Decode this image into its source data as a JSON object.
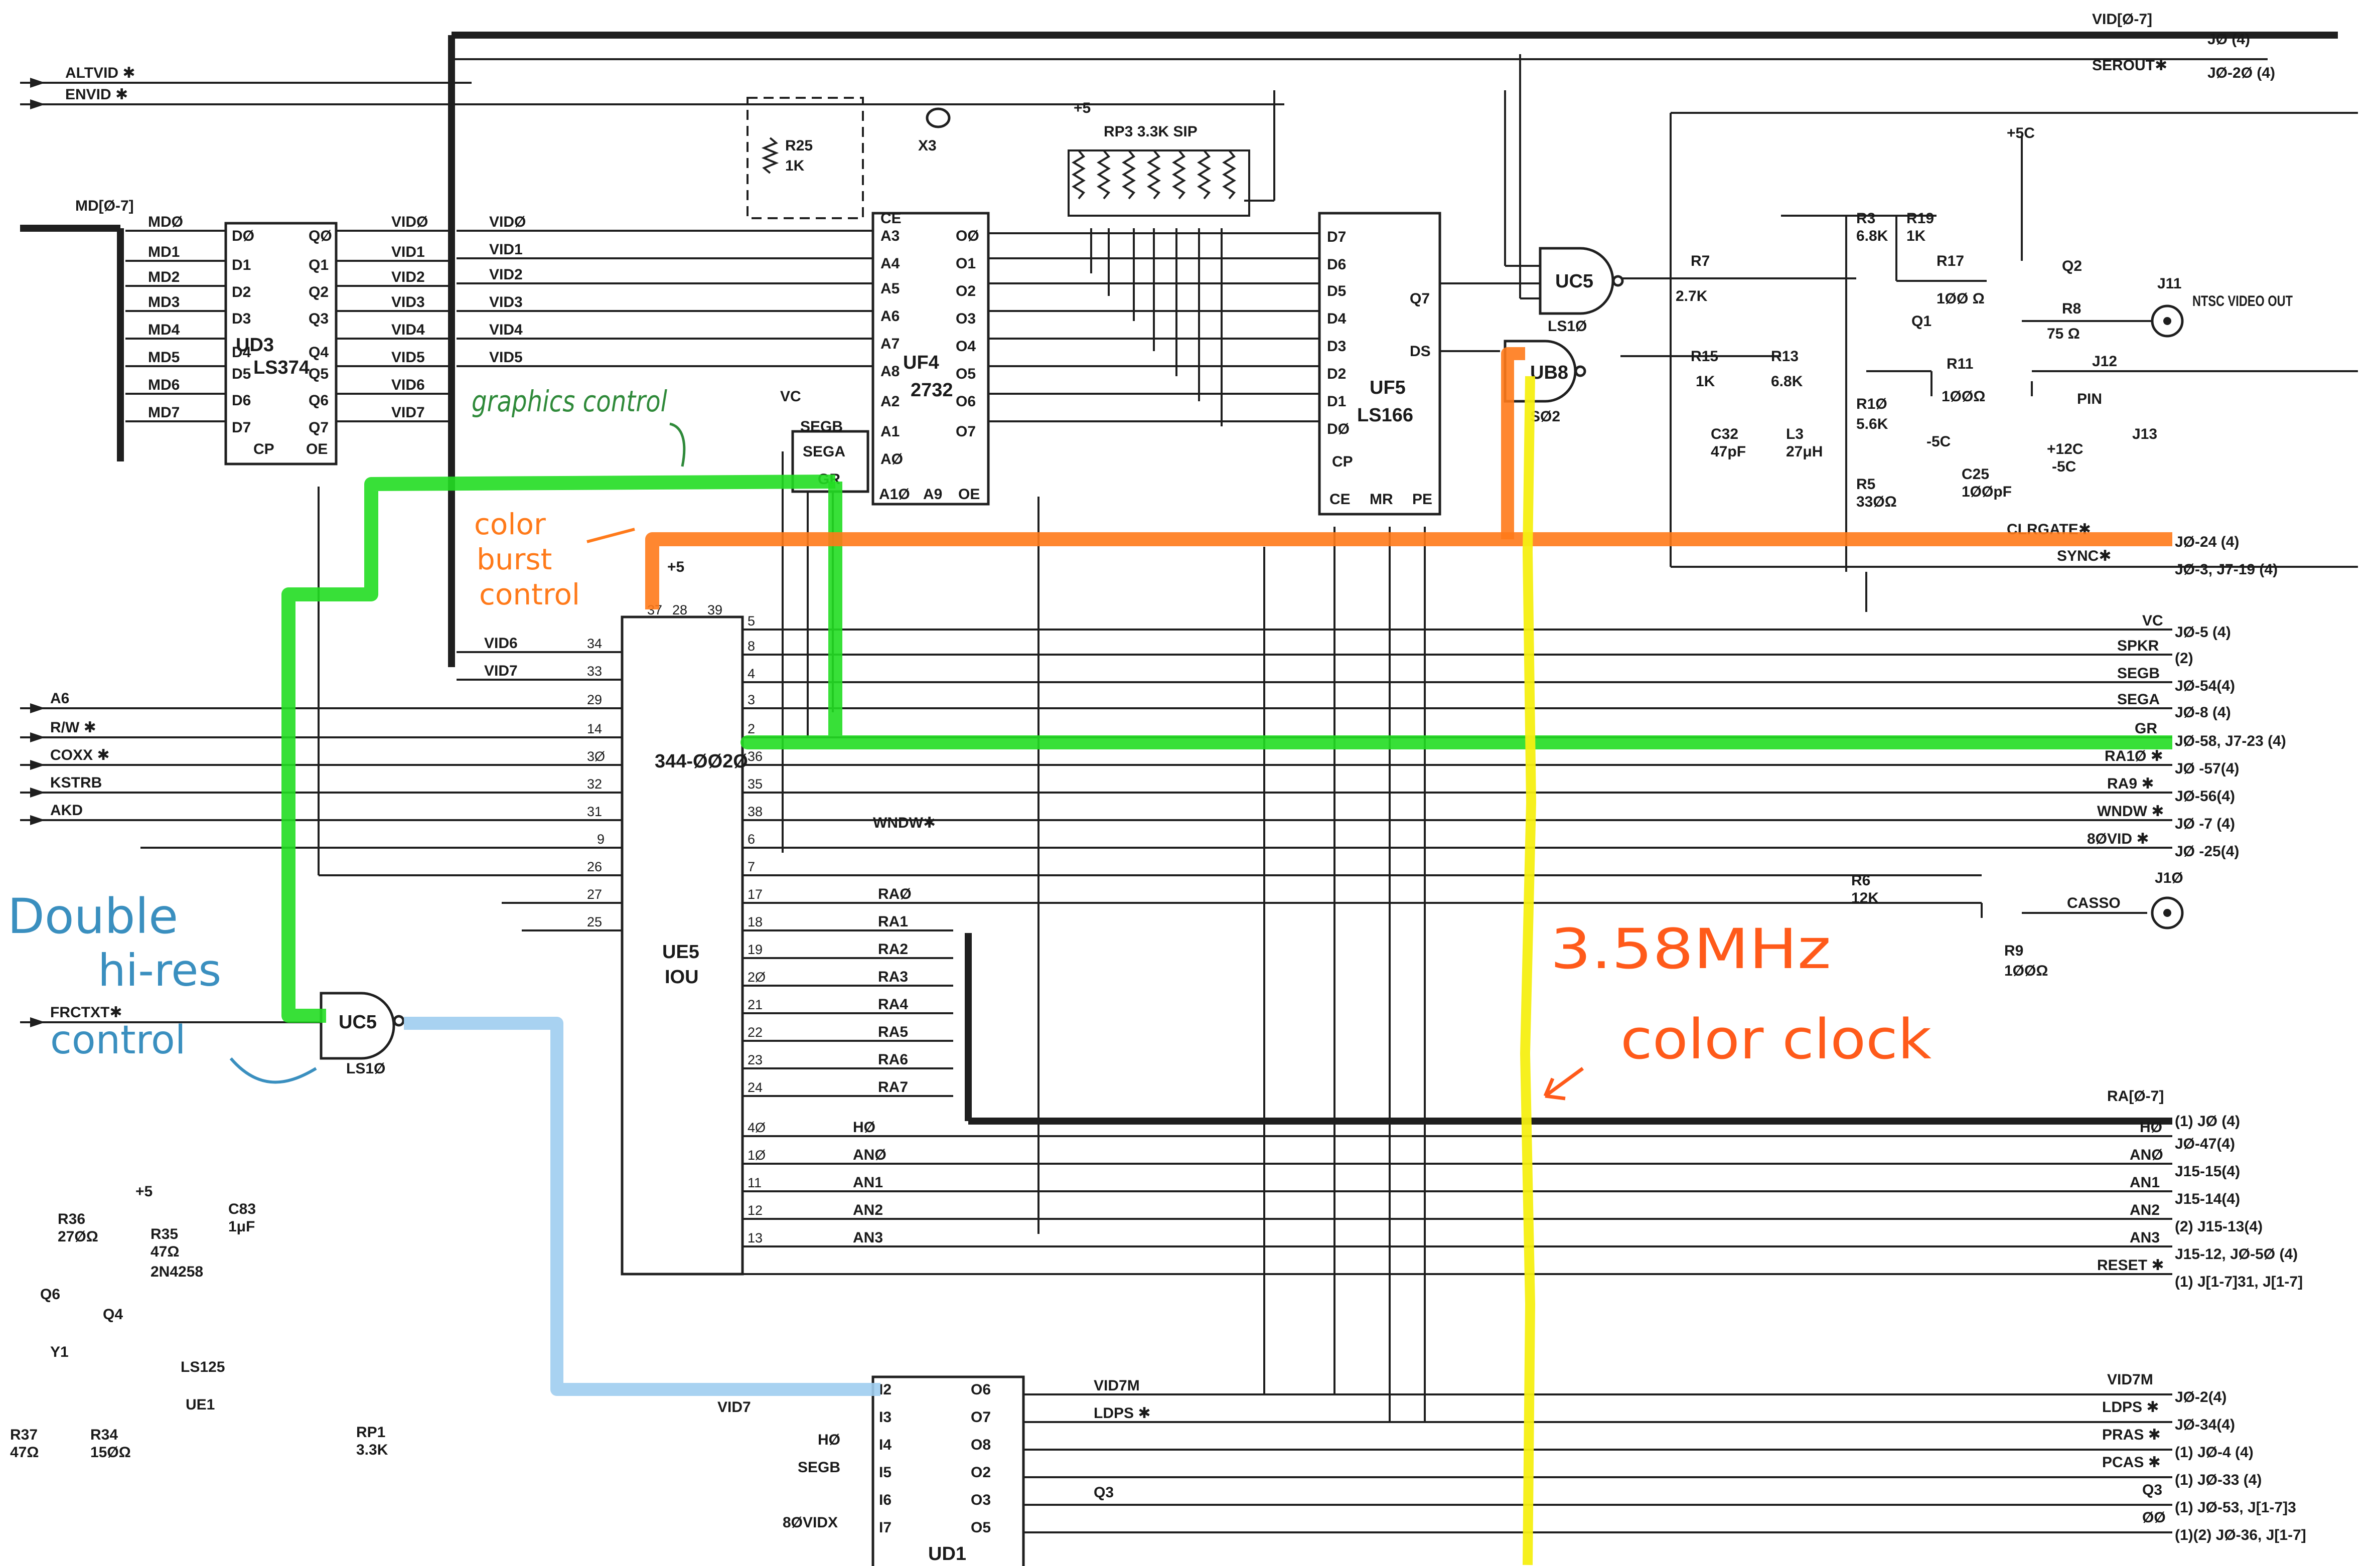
{
  "inputs_left": [
    "ALTVID ✱",
    "ENVID ✱",
    "MD[Ø-7]",
    "A6",
    "R/W ✱",
    "COXX ✱",
    "KSTRB",
    "AKD",
    "FRCTXT✱"
  ],
  "md_lines": [
    "MDØ",
    "MD1",
    "MD2",
    "MD3",
    "MD4",
    "MD5",
    "MD6",
    "MD7"
  ],
  "ud3": {
    "name": "UD3",
    "part": "LS374",
    "d": [
      "DØ",
      "D1",
      "D2",
      "D3",
      "D4",
      "D5",
      "D6",
      "D7"
    ],
    "q": [
      "QØ",
      "Q1",
      "Q2",
      "Q3",
      "Q4",
      "Q5",
      "Q6",
      "Q7"
    ],
    "cp": "CP",
    "oe": "OE"
  },
  "vid_lines": [
    "VIDØ",
    "VID1",
    "VID2",
    "VID3",
    "VID4",
    "VID5",
    "VID6",
    "VID7"
  ],
  "vid_input_lines": [
    "VIDØ",
    "VID1",
    "VID2",
    "VID3",
    "VID4",
    "VID5"
  ],
  "uf4": {
    "name": "UF4",
    "part": "2732",
    "a": [
      "CE",
      "A3",
      "A4",
      "A5",
      "A6",
      "A7",
      "A8",
      "A2",
      "A1",
      "AØ"
    ],
    "o": [
      "OØ",
      "O1",
      "O2",
      "O3",
      "O4",
      "O5",
      "O6",
      "O7"
    ],
    "bottom": [
      "A1Ø",
      "A9",
      "OE"
    ],
    "side_in": [
      "VC",
      "SEGB",
      "SEGA",
      "GR"
    ]
  },
  "uf5": {
    "name": "UF5",
    "part": "LS166",
    "d": [
      "D7",
      "D6",
      "D5",
      "D4",
      "D3",
      "D2",
      "D1",
      "DØ"
    ],
    "cp": "CP",
    "q7": "Q7",
    "ds": "DS",
    "bottom": [
      "CE",
      "MR",
      "PE"
    ]
  },
  "ue5": {
    "name": "UE5",
    "part": "IOU",
    "num": "344-ØØ2Ø",
    "left_in": [
      "VID6",
      "VID7"
    ],
    "pin_left": [
      "34",
      "33",
      "29",
      "14",
      "3Ø",
      "32",
      "31",
      "9",
      "26",
      "27",
      "25"
    ],
    "pin_right": [
      "5",
      "8",
      "4",
      "3",
      "2",
      "36",
      "35",
      "38",
      "6",
      "7",
      "17",
      "18",
      "19",
      "2Ø",
      "21",
      "22",
      "23",
      "24",
      "4Ø",
      "1Ø",
      "11",
      "12",
      "13"
    ],
    "right_sig": [
      "RAØ",
      "RA1",
      "RA2",
      "RA3",
      "RA4",
      "RA5",
      "RA6",
      "RA7",
      "HØ",
      "ANØ",
      "AN1",
      "AN2",
      "AN3"
    ],
    "top_pins": [
      "37",
      "28",
      "39"
    ]
  },
  "uc5_top": {
    "name": "UC5",
    "part": "LS1Ø"
  },
  "uc5_bot": {
    "name": "UC5",
    "part": "LS1Ø"
  },
  "ub8": {
    "name": "UB8",
    "part": "SØ2"
  },
  "rp3": "RP3  3.3K  SIP",
  "r25": {
    "name": "R25",
    "value": "1K"
  },
  "x3": "X3",
  "components": [
    "R3",
    "6.8K",
    "R19",
    "1K",
    "R17",
    "1ØØ Ω",
    "Q2",
    "R8",
    "75 Ω",
    "R7",
    "2.7K",
    "Q1",
    "R15",
    "1K",
    "R13",
    "6.8K",
    "C32",
    "47pF",
    "L3",
    "27μH",
    "R1Ø",
    "5.6K",
    "R11",
    "1ØØΩ",
    "R5",
    "33ØΩ",
    "C25",
    "1ØØpF",
    "J12",
    "PIN",
    "J13",
    "+12C",
    "-5C",
    "R6",
    "12K",
    "R9",
    "1ØØΩ",
    "R36",
    "27ØΩ",
    "R35",
    "47Ω",
    "C83",
    "1μF",
    "Q4",
    "2N4258",
    "Q6",
    "Y1",
    "R37",
    "47Ω",
    "R34",
    "15ØΩ",
    "LS125",
    "RP1",
    "3.3K",
    "UE1"
  ],
  "supplies": [
    "+5",
    "+5C",
    "-5C",
    "+5",
    "+5"
  ],
  "connectors": [
    {
      "signal": "VID[Ø-7]",
      "dest": "JØ (4)"
    },
    {
      "signal": "SEROUT✱",
      "dest": "JØ-2Ø (4)"
    },
    {
      "signal": "CLRGATE✱",
      "dest": "JØ-24 (4)"
    },
    {
      "signal": "SYNC✱",
      "dest": "JØ-3, J7-19 (4)"
    },
    {
      "signal": "VC",
      "dest": "JØ-5 (4)"
    },
    {
      "signal": "SPKR",
      "dest": "(2)"
    },
    {
      "signal": "SEGB",
      "dest": "JØ-54(4)"
    },
    {
      "signal": "SEGA",
      "dest": "JØ-8 (4)"
    },
    {
      "signal": "GR",
      "dest": "JØ-58, J7-23 (4)"
    },
    {
      "signal": "RA1Ø ✱",
      "dest": "JØ -57(4)"
    },
    {
      "signal": "RA9 ✱",
      "dest": "JØ-56(4)"
    },
    {
      "signal": "WNDW ✱",
      "dest": "JØ -7 (4)"
    },
    {
      "signal": "8ØVID ✱",
      "dest": "JØ -25(4)"
    },
    {
      "signal": "RA[Ø-7]",
      "dest": "(1) JØ (4)"
    },
    {
      "signal": "HØ",
      "dest": "JØ-47(4)"
    },
    {
      "signal": "ANØ",
      "dest": "J15-15(4)"
    },
    {
      "signal": "AN1",
      "dest": "J15-14(4)"
    },
    {
      "signal": "AN2",
      "dest": "(2) J15-13(4)"
    },
    {
      "signal": "AN3",
      "dest": "J15-12, JØ-5Ø (4)"
    },
    {
      "signal": "RESET ✱",
      "dest": "(1) J[1-7]31, J[1-7]"
    },
    {
      "signal": "VID7M",
      "dest": "JØ-2(4)"
    },
    {
      "signal": "LDPS ✱",
      "dest": "JØ-34(4)"
    },
    {
      "signal": "PRAS ✱",
      "dest": "(1) JØ-4 (4)"
    },
    {
      "signal": "PCAS ✱",
      "dest": "(1) JØ-33 (4)"
    },
    {
      "signal": "Q3",
      "dest": "(1) JØ-53, J[1-7]3"
    },
    {
      "signal": "ØØ",
      "dest": "(1)(2) JØ-36, J[1-7]"
    }
  ],
  "j11": {
    "name": "J11",
    "label": "NTSC VIDEO OUT"
  },
  "j10": {
    "name": "J1Ø",
    "label": "CASSO"
  },
  "wndw": "WNDW✱",
  "bottom_chip": {
    "name": "UD1",
    "pins_in": [
      "I2",
      "I3",
      "I4",
      "I5",
      "I6",
      "I7"
    ],
    "pins_out": [
      "O6",
      "O7",
      "O8",
      "O2",
      "O3",
      "O5"
    ],
    "out_sig": [
      "VID7M",
      "LDPS ✱"
    ],
    "in_sig": [
      "VID7",
      "HØ",
      "SEGB",
      "8ØVIDX",
      "Q3"
    ]
  },
  "annotations": {
    "graphics": "graphics control",
    "color_burst": [
      "color",
      "burst",
      "control"
    ],
    "double_hires": [
      "Double",
      "hi-res",
      "control"
    ],
    "color_clock": [
      "3.58MHz",
      "color clock"
    ]
  },
  "colors": {
    "green": "#22dd22",
    "orange": "#ff7a1a",
    "yellow": "#f6ef12",
    "blue": "#9fcdf0",
    "green_text": "#2f8a3a",
    "blue_text": "#3a8fbf",
    "ink": "#1f1f1f"
  }
}
